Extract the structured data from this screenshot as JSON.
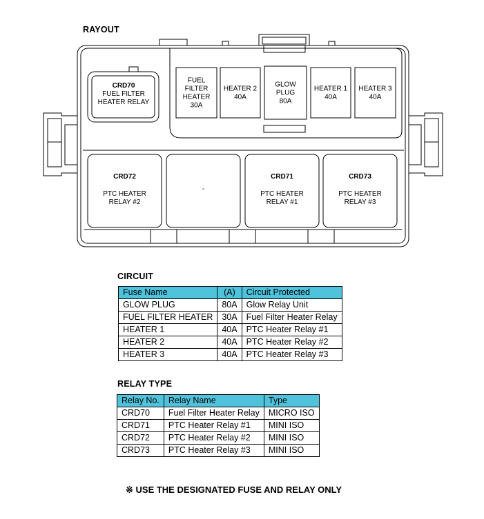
{
  "layout": {
    "title": "RAYOUT",
    "fuses": [
      {
        "id": "fuse-fuel-filter-heater",
        "lines": [
          "FUEL",
          "FILTER",
          "HEATER",
          "30A"
        ]
      },
      {
        "id": "fuse-heater-2",
        "lines": [
          "HEATER 2",
          "40A"
        ]
      },
      {
        "id": "fuse-glow-plug",
        "lines": [
          "GLOW",
          "PLUG",
          "80A"
        ]
      },
      {
        "id": "fuse-heater-1",
        "lines": [
          "HEATER 1",
          "40A"
        ]
      },
      {
        "id": "fuse-heater-3",
        "lines": [
          "HEATER 3",
          "40A"
        ]
      }
    ],
    "small_relay": {
      "code": "CRD70",
      "lines": [
        "FUEL FILTER",
        "HEATER RELAY"
      ]
    },
    "relays": [
      {
        "id": "relay-crd72",
        "code": "CRD72",
        "lines": [
          "PTC HEATER",
          "RELAY #2"
        ]
      },
      {
        "id": "relay-empty",
        "code": "",
        "lines": [
          "-"
        ]
      },
      {
        "id": "relay-crd71",
        "code": "CRD71",
        "lines": [
          "PTC HEATER",
          "RELAY #1"
        ]
      },
      {
        "id": "relay-crd73",
        "code": "CRD73",
        "lines": [
          "PTC HEATER",
          "RELAY #3"
        ]
      }
    ]
  },
  "circuit": {
    "title": "CIRCUIT",
    "header_color": "#4fc3dc",
    "columns": [
      "Fuse Name",
      "(A)",
      "Circuit Protected"
    ],
    "rows": [
      [
        "GLOW PLUG",
        "80A",
        "Glow Relay Unit"
      ],
      [
        "FUEL FILTER HEATER",
        "30A",
        "Fuel Filter Heater Relay"
      ],
      [
        "HEATER 1",
        "40A",
        "PTC Heater Relay #1"
      ],
      [
        "HEATER 2",
        "40A",
        "PTC Heater Relay #2"
      ],
      [
        "HEATER 3",
        "40A",
        "PTC Heater Relay #3"
      ]
    ]
  },
  "relay_type": {
    "title": "RELAY TYPE",
    "header_color": "#4fc3dc",
    "columns": [
      "Relay No.",
      "Relay Name",
      "Type"
    ],
    "rows": [
      [
        "CRD70",
        "Fuel Filter Heater Relay",
        "MICRO ISO"
      ],
      [
        "CRD71",
        "PTC Heater Relay #1",
        "MINI ISO"
      ],
      [
        "CRD72",
        "PTC Heater Relay #2",
        "MINI ISO"
      ],
      [
        "CRD73",
        "PTC Heater Relay #3",
        "MINI ISO"
      ]
    ]
  },
  "note": "※ USE THE DESIGNATED FUSE AND RELAY ONLY"
}
